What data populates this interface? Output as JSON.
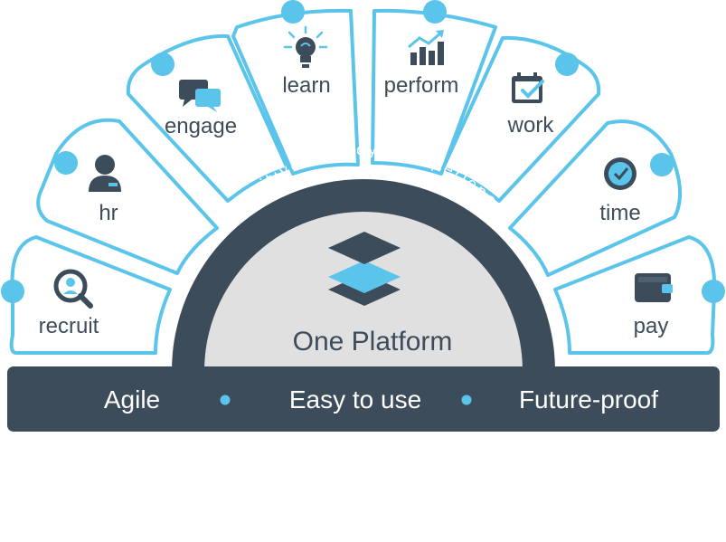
{
  "segments": [
    {
      "label": "recruit",
      "icon": "magnifier-person-icon"
    },
    {
      "label": "hr",
      "icon": "person-icon"
    },
    {
      "label": "engage",
      "icon": "chat-bubbles-icon"
    },
    {
      "label": "learn",
      "icon": "lightbulb-icon"
    },
    {
      "label": "perform",
      "icon": "growth-chart-icon"
    },
    {
      "label": "work",
      "icon": "calendar-check-icon"
    },
    {
      "label": "time",
      "icon": "clock-icon"
    },
    {
      "label": "pay",
      "icon": "wallet-icon"
    }
  ],
  "hub": {
    "arc_text": "Intuitive Employee Experience",
    "title": "One Platform",
    "icon": "stacked-layers-icon"
  },
  "bar": {
    "items": [
      "Agile",
      "Easy to use",
      "Future-proof"
    ]
  },
  "colors": {
    "accent": "#5bc4ea",
    "dark": "#3d4c5a",
    "hub_fill": "#e0e0e0",
    "background": "#ffffff"
  }
}
